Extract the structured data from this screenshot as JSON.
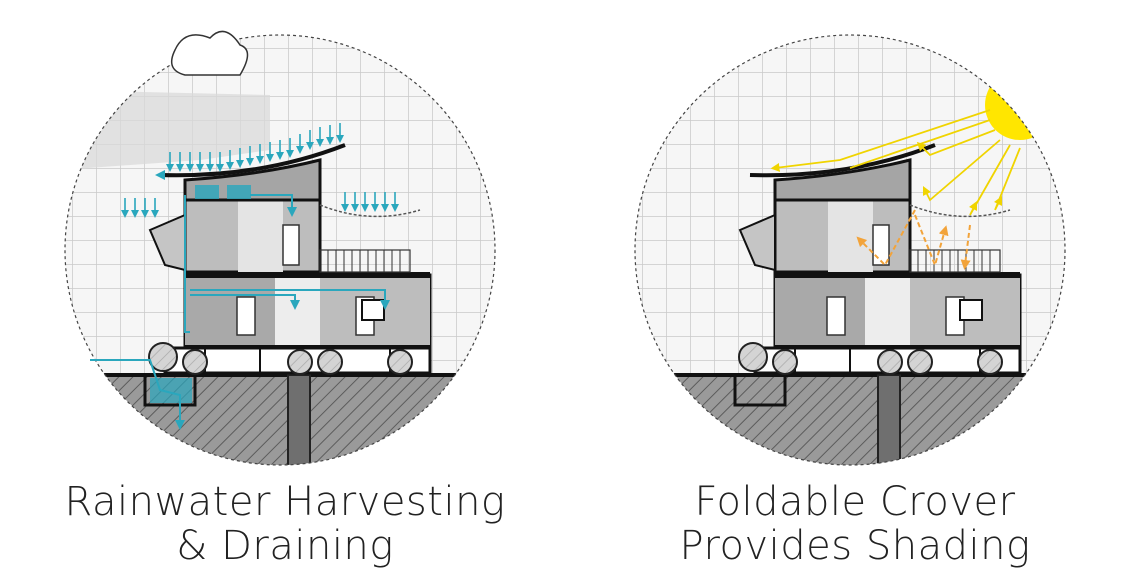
{
  "diagrams": [
    {
      "id": "rainwater",
      "caption_line1": "Rainwater Harvesting",
      "caption_line2": "& Draining",
      "accent_color": "#2aa7bd"
    },
    {
      "id": "shading",
      "caption_line1": "Foldable Crover",
      "caption_line2": "Provides Shading",
      "accent_color": "#f2a33a",
      "sun_color": "#ffe600"
    }
  ]
}
